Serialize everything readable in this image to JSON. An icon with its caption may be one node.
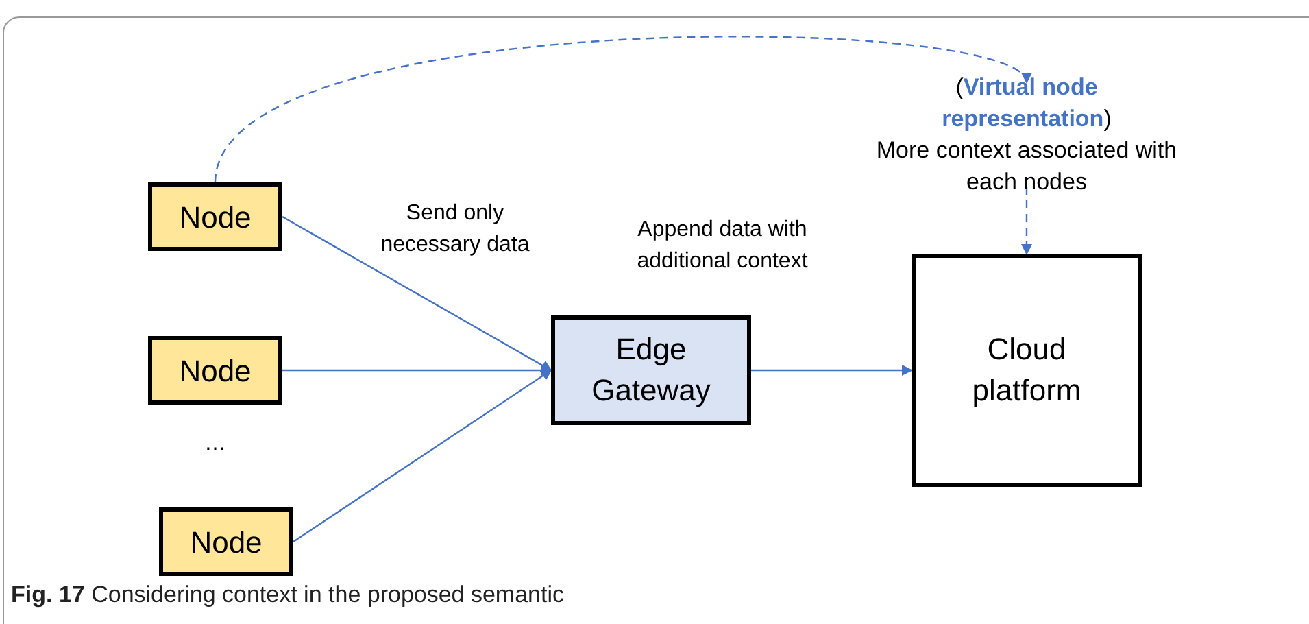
{
  "diagram": {
    "caption": "**Fig. 17** Considering context in the proposed semantic",
    "nodes": [
      {
        "text": [
          "Node"
        ]
      },
      {
        "text": [
          "Node"
        ]
      },
      {
        "text": [
          "Node"
        ]
      },
      {
        "text": [
          "Edge Gateway"
        ]
      },
      {
        "text": [
          "Cloud platform"
        ]
      },
      {
        "text": [
          "(**Virtual node representation**)",
          "More context associated with each nodes"
        ]
      }
    ],
    "edges": [
      {
        "from": 0,
        "to": 3,
        "arrow": "to"
      },
      {
        "from": 1,
        "to": 3,
        "arrow": "to"
      },
      {
        "from": 2,
        "to": 3,
        "arrow": "to"
      },
      {
        "from": 3,
        "to": 4,
        "arrow": "to"
      },
      {
        "from": 0,
        "to": 5,
        "arrow": "to",
        "style": "dashed"
      },
      {
        "from": 5,
        "to": 4,
        "arrow": "to",
        "style": "dashed"
      }
    ],
    "labels": [
      "Send only necessary data",
      "Append data with additional context",
      "…"
    ]
  }
}
